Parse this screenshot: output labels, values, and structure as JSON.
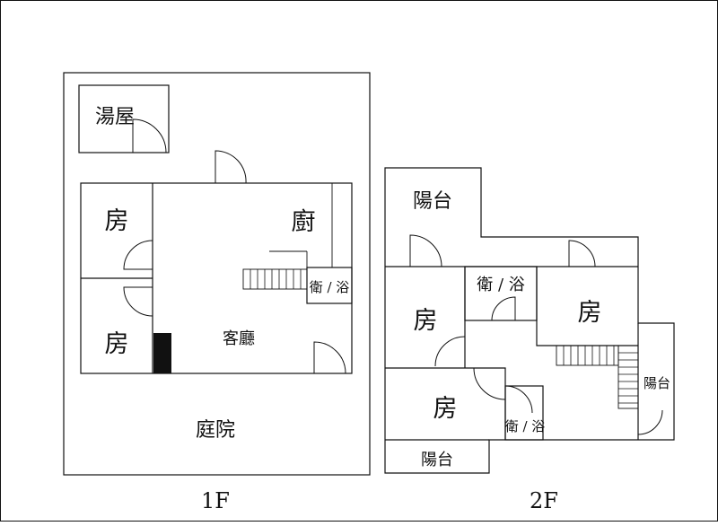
{
  "floor1": {
    "label": "1F",
    "rooms": {
      "bathhouse": "湯屋",
      "bedroom_top": "房",
      "bedroom_bottom": "房",
      "kitchen": "廚",
      "living": "客廳",
      "bath": "衛 / 浴",
      "courtyard": "庭院"
    }
  },
  "floor2": {
    "label": "2F",
    "rooms": {
      "balcony_top": "陽台",
      "bath_top": "衛 / 浴",
      "bedroom_left": "房",
      "bedroom_right": "房",
      "balcony_right": "陽台",
      "bedroom_bottom": "房",
      "bath_bottom": "衛 / 浴",
      "balcony_bottom": "陽台"
    }
  }
}
